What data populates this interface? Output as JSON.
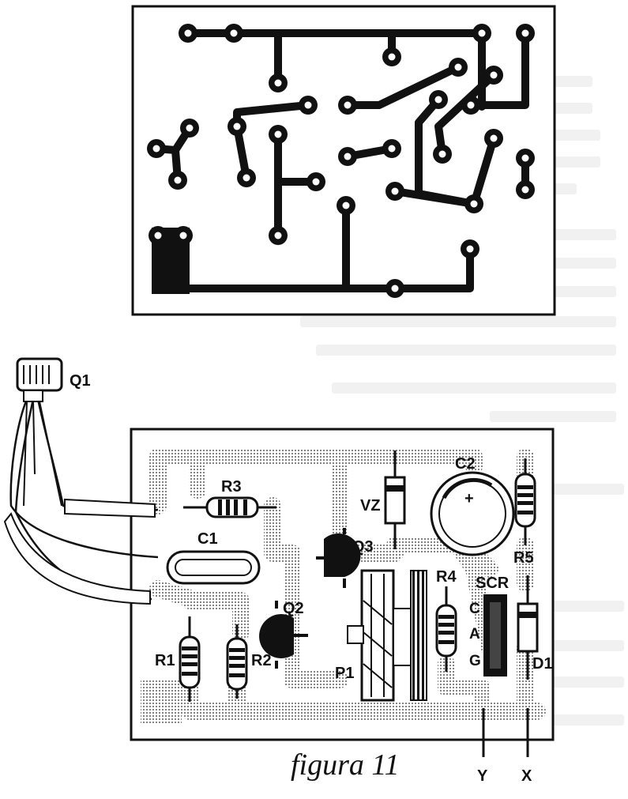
{
  "caption": "figura 11",
  "labels": {
    "q1": "Q1",
    "q2": "Q2",
    "q3": "Q3",
    "r1": "R1",
    "r2": "R2",
    "r3": "R3",
    "r4": "R4",
    "r5": "R5",
    "c1": "C1",
    "c2": "C2",
    "vz": "VZ",
    "p1": "P1",
    "d1": "D1",
    "scr": "SCR",
    "scr_c": "C",
    "scr_a": "A",
    "scr_g": "G",
    "terminal_y": "Y",
    "terminal_x": "X",
    "c2_polarity": "+"
  }
}
